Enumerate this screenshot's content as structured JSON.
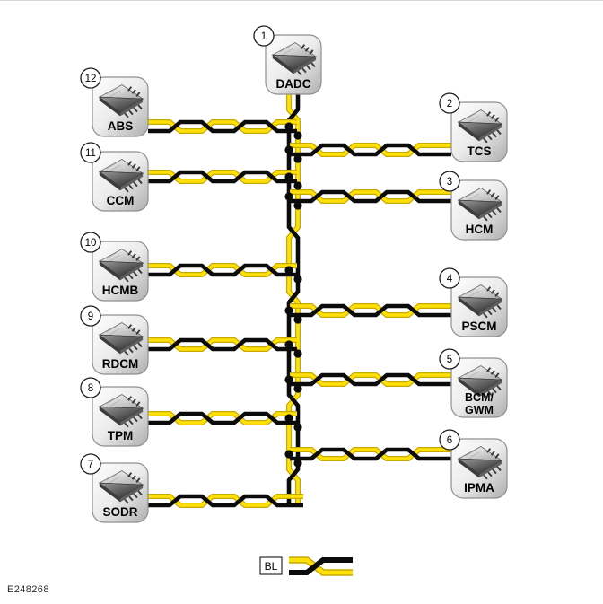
{
  "figure_id": "E248268",
  "bus": {
    "style": "twisted-pair",
    "legend_label": "BL"
  },
  "colors": {
    "wire_black": "#0b0b0b",
    "wire_yellow_bright": "#ffe10a",
    "wire_yellow_dark": "#c9a800",
    "box_border": "#8f8f8f",
    "badge_fill": "#ffffff",
    "badge_border": "#1c1c1c",
    "label_color": "#000000"
  },
  "modules": [
    {
      "num": "1",
      "name": "DADC",
      "lines": [
        "DADC"
      ],
      "side": "top"
    },
    {
      "num": "2",
      "name": "TCS",
      "lines": [
        "TCS"
      ],
      "side": "right"
    },
    {
      "num": "3",
      "name": "HCM",
      "lines": [
        "HCM"
      ],
      "side": "right"
    },
    {
      "num": "4",
      "name": "PSCM",
      "lines": [
        "PSCM"
      ],
      "side": "right"
    },
    {
      "num": "5",
      "name": "BCM/GWM",
      "lines": [
        "BCM/",
        "GWM"
      ],
      "side": "right"
    },
    {
      "num": "6",
      "name": "IPMA",
      "lines": [
        "IPMA"
      ],
      "side": "right"
    },
    {
      "num": "7",
      "name": "SODR",
      "lines": [
        "SODR"
      ],
      "side": "bottom-left"
    },
    {
      "num": "8",
      "name": "TPM",
      "lines": [
        "TPM"
      ],
      "side": "left"
    },
    {
      "num": "9",
      "name": "RDCM",
      "lines": [
        "RDCM"
      ],
      "side": "left"
    },
    {
      "num": "10",
      "name": "HCMB",
      "lines": [
        "HCMB"
      ],
      "side": "left"
    },
    {
      "num": "11",
      "name": "CCM",
      "lines": [
        "CCM"
      ],
      "side": "left"
    },
    {
      "num": "12",
      "name": "ABS",
      "lines": [
        "ABS"
      ],
      "side": "left"
    }
  ],
  "legend": {
    "wire_label": "BL"
  }
}
